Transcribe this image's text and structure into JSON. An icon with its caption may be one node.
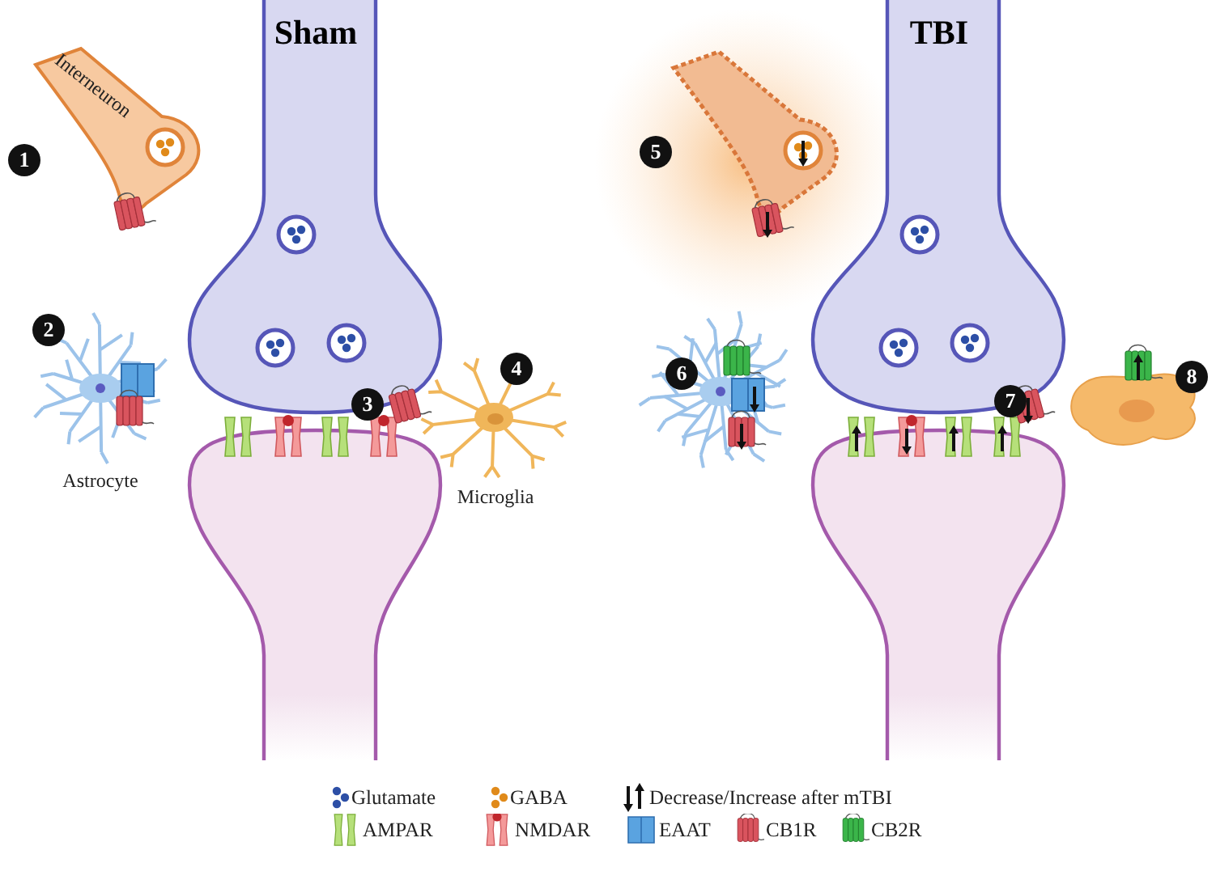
{
  "diagram": {
    "labels": [
      "Sham",
      "TBI",
      "1",
      "Interneuron",
      "5",
      "2",
      "4",
      "6",
      "8",
      "3",
      "7",
      "Astrocyte",
      "Microglia"
    ],
    "legend": [
      {
        "text": "Glutamate"
      },
      {
        "text": "GABA"
      },
      {
        "text": "Decrease/Increase after mTBI"
      },
      {
        "text": "AMPAR"
      },
      {
        "text": "NMDAR"
      },
      {
        "text": "EAAT"
      },
      {
        "text": "CB1R"
      },
      {
        "text": "CB2R"
      }
    ]
  }
}
